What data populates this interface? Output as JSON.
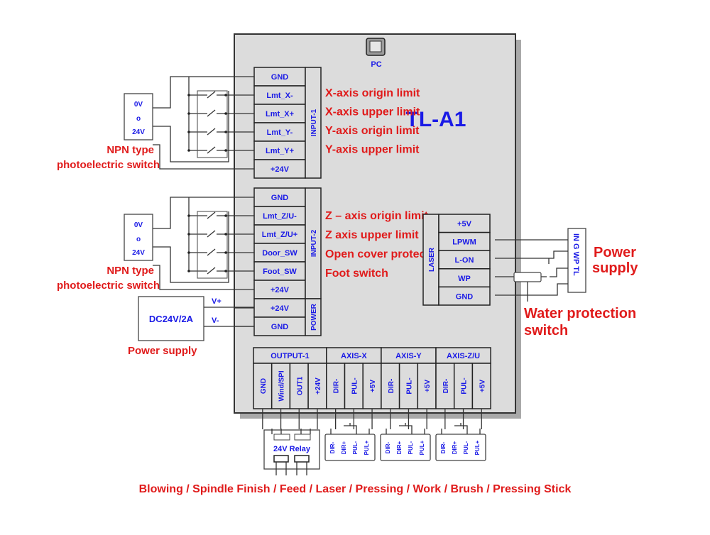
{
  "board": {
    "model": "TL-A1",
    "pc_port_label": "PC"
  },
  "input1": {
    "group_label": "INPUT-1",
    "pins": [
      "GND",
      "Lmt_X-",
      "Lmt_X+",
      "Lmt_Y-",
      "Lmt_Y+",
      "+24V"
    ],
    "annotations": [
      "X-axis origin limit",
      "X-axis upper limit",
      "Y-axis origin limit",
      "Y-axis upper limit"
    ]
  },
  "input2": {
    "group_label": "INPUT-2",
    "pins": [
      "GND",
      "Lmt_Z/U-",
      "Lmt_Z/U+",
      "Door_SW",
      "Foot_SW",
      "+24V"
    ],
    "annotations": [
      "Z – axis origin limit",
      "Z axis upper limit",
      "Open cover protection",
      "Foot switch"
    ]
  },
  "power_connector": {
    "group_label": "POWER",
    "pins": [
      "+24V",
      "GND"
    ]
  },
  "laser": {
    "group_label": "LASER",
    "pins": [
      "+5V",
      "LPWM",
      "L-ON",
      "WP",
      "GND"
    ]
  },
  "sensor1": {
    "labels": [
      "0V",
      "o",
      "24V"
    ],
    "caption_line1": "NPN type",
    "caption_line2": "photoelectric switch"
  },
  "sensor2": {
    "labels": [
      "0V",
      "o",
      "24V"
    ],
    "caption_line1": "NPN type",
    "caption_line2": "photoelectric switch"
  },
  "dc_supply": {
    "label": "DC24V/2A",
    "vplus": "V+",
    "vminus": "V-",
    "caption": "Power supply"
  },
  "laser_supply": {
    "pin_label": "IN G WP TL",
    "caption_line1": "Power",
    "caption_line2": "supply"
  },
  "water_switch": {
    "caption_line1": "Water protection",
    "caption_line2": "switch"
  },
  "bottom_headers": [
    "OUTPUT-1",
    "AXIS-X",
    "AXIS-Y",
    "AXIS-Z/U"
  ],
  "bottom_pins": [
    "GND",
    "Wind/SPI",
    "OUT1",
    "+24V",
    "DIR-",
    "PUL-",
    "+5V",
    "DIR-",
    "PUL-",
    "+5V",
    "DIR-",
    "PUL-",
    "+5V"
  ],
  "relay": {
    "label": "24V Relay"
  },
  "driver_pins": [
    "DIR-",
    "DIR+",
    "PUL-",
    "PUL+"
  ],
  "footer_caption": "Blowing / Spindle Finish / Feed / Laser / Pressing / Work / Brush / Pressing Stick",
  "colors": {
    "label_blue": "#1a1ae6",
    "annotation_red": "#e01b1b",
    "board_gray": "#dcdcdc"
  }
}
